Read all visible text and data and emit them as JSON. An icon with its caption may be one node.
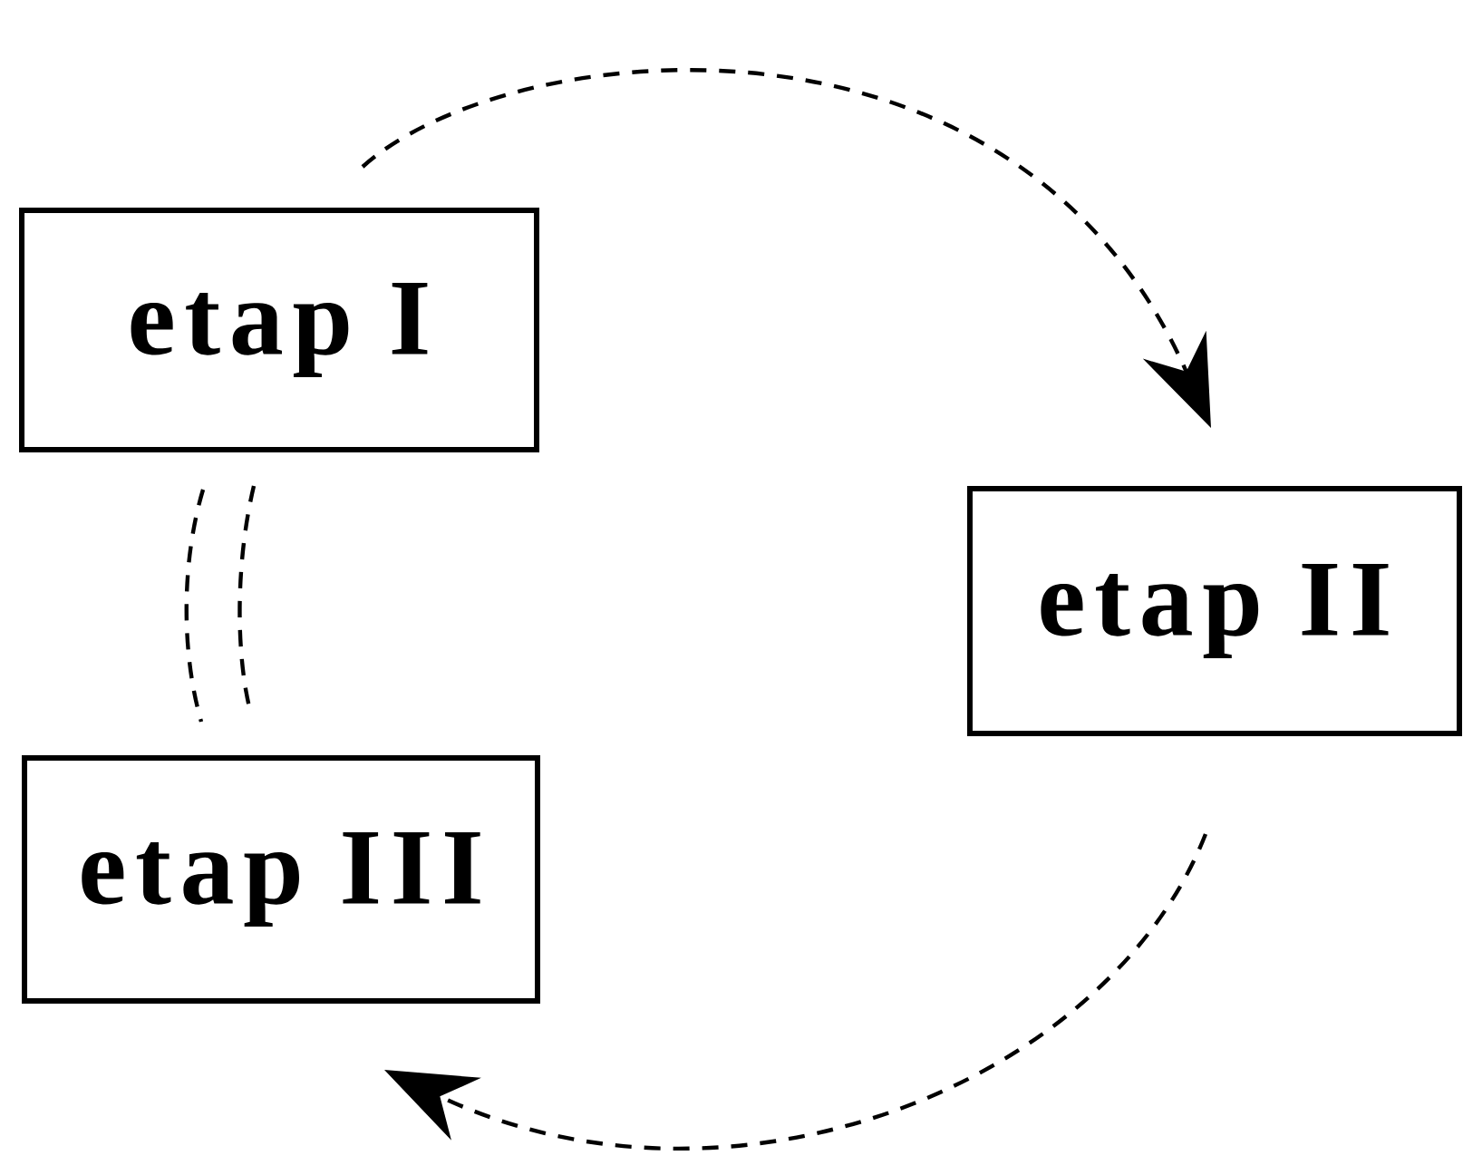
{
  "diagram": {
    "nodes": [
      {
        "text": [
          "etap I"
        ]
      },
      {
        "text": [
          "etap II"
        ]
      },
      {
        "text": [
          "etap III"
        ]
      }
    ],
    "edges": [
      {
        "from": 0,
        "to": 1,
        "arrow": "to",
        "style": "dashed"
      },
      {
        "from": 1,
        "to": 2,
        "arrow": "to",
        "style": "dashed"
      },
      {
        "from": 0,
        "to": 2,
        "arrow": "none",
        "style": "dashed"
      },
      {
        "from": 0,
        "to": 2,
        "arrow": "none",
        "style": "dashed"
      }
    ]
  }
}
